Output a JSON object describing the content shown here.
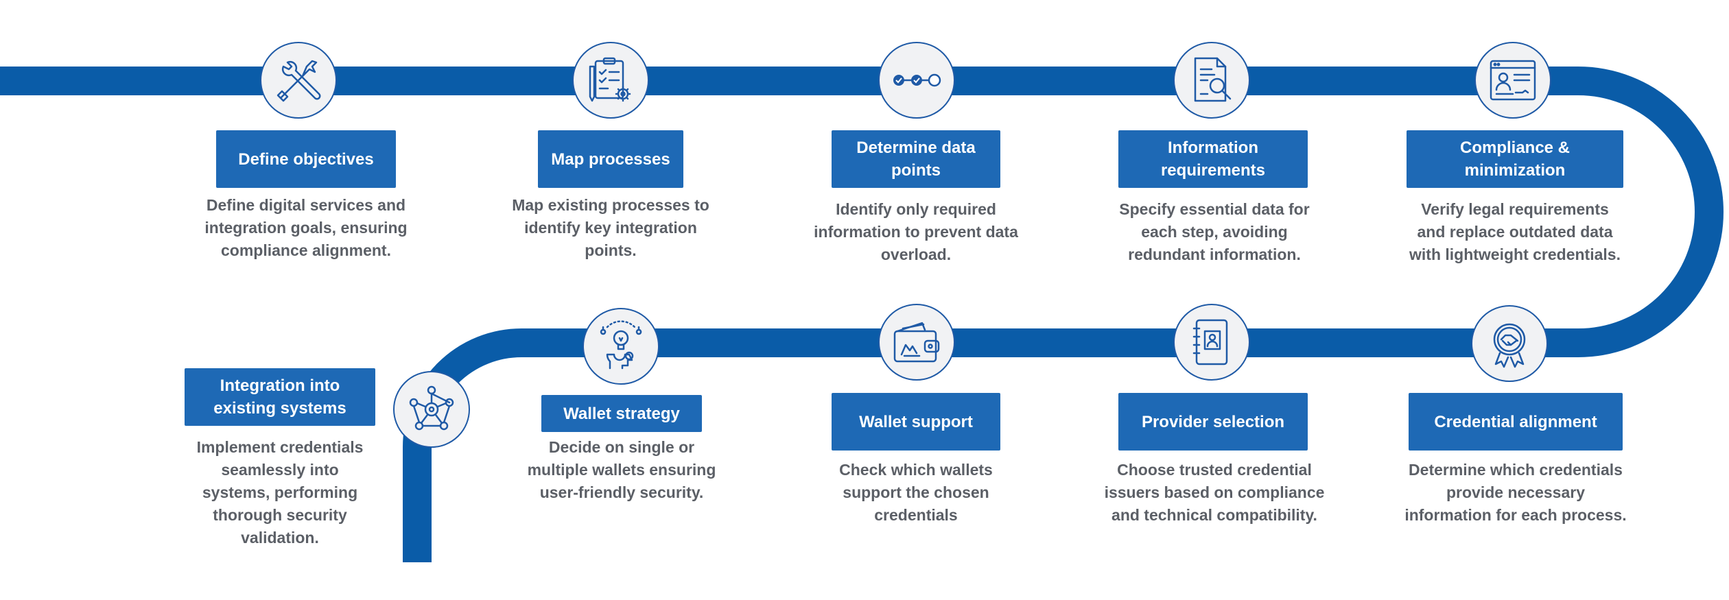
{
  "colors": {
    "road": "#0a5ca8",
    "title_box": "#1e69b5",
    "title_text": "#ffffff",
    "description": "#5b5f66",
    "icon_stroke": "#1f5aa6",
    "node_fill": "#f1f2f4"
  },
  "steps": [
    {
      "title": "Define objectives",
      "description": "Define digital services and\nintegration goals, ensuring\ncompliance alignment.",
      "icon": "tools-icon"
    },
    {
      "title": "Map processes",
      "description": "Map existing processes to\nidentify key integration\npoints.",
      "icon": "checklist-gear-icon"
    },
    {
      "title": "Determine  data\npoints",
      "description": "Identify only required\ninformation to prevent data\noverload.",
      "icon": "progress-steps-icon"
    },
    {
      "title": "Information\nrequirements",
      "description": "Specify essential data for\neach step, avoiding\nredundant information.",
      "icon": "document-search-icon"
    },
    {
      "title": "Compliance &\nminimization",
      "description": "Verify legal requirements\nand replace outdated data\nwith lightweight credentials.",
      "icon": "id-card-icon"
    },
    {
      "title": "Credential alignment",
      "description": "Determine which credentials\nprovide necessary\ninformation for each process.",
      "icon": "handshake-badge-icon"
    },
    {
      "title": "Provider selection",
      "description": "Choose trusted credential\nissuers based on compliance\nand technical compatibility.",
      "icon": "contact-book-icon"
    },
    {
      "title": "Wallet support",
      "description": "Check which wallets\nsupport the chosen\ncredentials",
      "icon": "wallet-icon"
    },
    {
      "title": "Wallet strategy",
      "description": "Decide on single or\nmultiple wallets ensuring\nuser-friendly security.",
      "icon": "idea-head-icon"
    },
    {
      "title": "Integration into\nexisting systems",
      "description": "Implement credentials\nseamlessly into\nsystems, performing\nthorough security\nvalidation.",
      "icon": "network-gears-icon"
    }
  ]
}
